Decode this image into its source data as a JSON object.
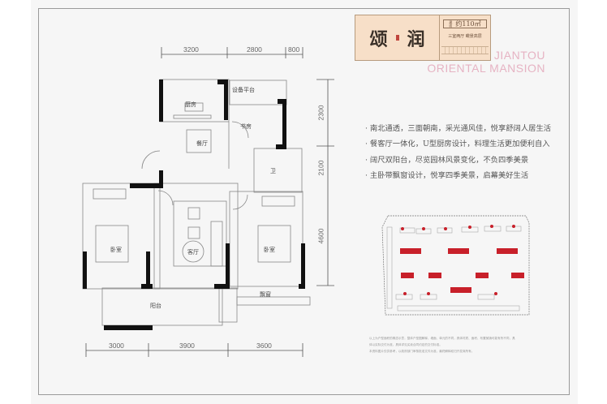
{
  "brand": {
    "name_chars": [
      "颂",
      "润"
    ],
    "area_label": "建面",
    "area_value": "约110㎡",
    "subtitle": "三室两厅 瞰景高层",
    "english_line1": "JIANTOU",
    "english_line2": "ORIENTAL MANSION"
  },
  "features": [
    "· 南北通透，三面朝南，采光通风佳，悦享舒阔人居生活",
    "· 餐客厅一体化，U型厨房设计，料理生活更加便利自入",
    "· 阔尺双阳台，尽览园林风景变化，不负四季美景",
    "· 主卧带飘窗设计，悦享四季美景，启幕美好生活"
  ],
  "rooms": {
    "kitchen": "厨房",
    "equipment_platform": "设备平台",
    "study": "书房",
    "dining": "餐厅",
    "bathroom": "卫",
    "bedroom_left": "卧室",
    "living": "客厅",
    "bedroom_right": "卧室",
    "bay_window": "飘窗",
    "balcony": "阳台"
  },
  "dimensions": {
    "top": [
      "3200",
      "2800",
      "800"
    ],
    "right": [
      "2300",
      "2100",
      "4600"
    ],
    "bottom": [
      "3000",
      "3900",
      "3600"
    ]
  },
  "disclaimer": [
    "以上为户型面积的概念示意，整体户型图解释、墙面、单元的不同，具体材质、面积、布置摊销可能有所不同，具",
    "体以实际交付为准，具体详见买卖合同约定的交付标准。",
    "本资料图片仅供参考，以政府部门审核批准文件为准，最终解释权归开发商所有。"
  ],
  "colors": {
    "accent_red": "#c8202a",
    "title_bg": "#f7dfc8",
    "english_pink": "#e6b3c3"
  }
}
